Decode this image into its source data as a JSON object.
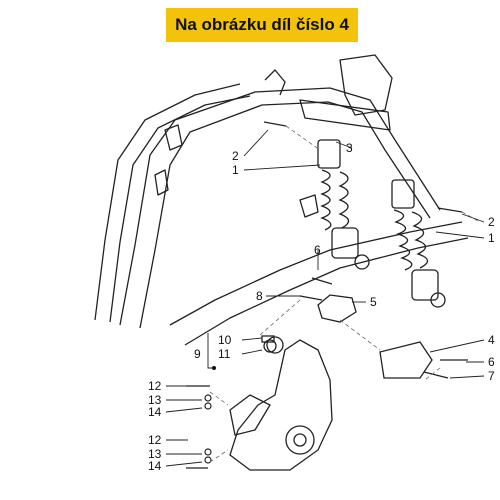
{
  "banner": {
    "text": "Na obrázku díl číslo 4"
  },
  "callouts": [
    "2",
    "1",
    "3",
    "2",
    "1",
    "6",
    "8",
    "5",
    "10",
    "9",
    "11",
    "4",
    "6",
    "7",
    "12",
    "13",
    "14",
    "12",
    "13",
    "14"
  ],
  "colors": {
    "banner": "#f2c20c",
    "line": "#222222",
    "dash": "#666666"
  }
}
